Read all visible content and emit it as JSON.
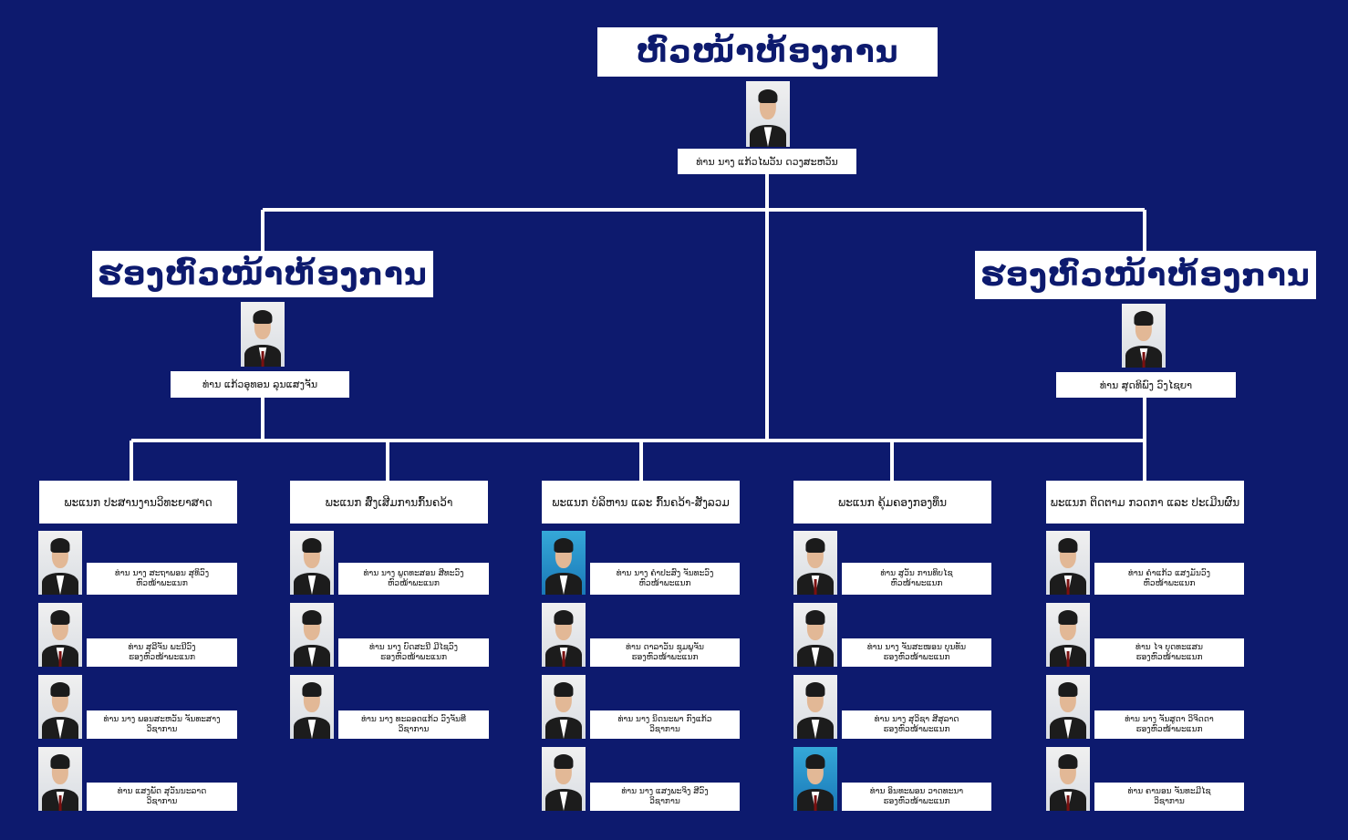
{
  "chief": {
    "title": "ຫົວໜ້າຫ້ອງການ",
    "name": "ທ່ານ ນາງ ແກ້ວໄພວັນ ດວງສະຫວັນ"
  },
  "deputies": [
    {
      "title": "ຮອງຫົວໜ້າຫ້ອງການ",
      "name": "ທ່ານ ແກ້ວອຸທອນ ລຸນແສງຈັນ"
    },
    {
      "title": "ຮອງຫົວໜ້າຫ້ອງການ",
      "name": "ທ່ານ ສຸດທິພົງ ວົງໄຊຍາ"
    }
  ],
  "departments": [
    {
      "name": "ພະແນກ ປະສານງານວິທະຍາສາດ",
      "members": [
        {
          "line1": "ທ່ານ ນາງ ສະຖາພອນ ສຸທິວົງ",
          "line2": "ຫົວໜ້າພະແນກ"
        },
        {
          "line1": "ທ່ານ ສຸລີຈັນ ພະນີວົງ",
          "line2": "ຮອງຫົວໜ້າພະແນກ"
        },
        {
          "line1": "ທ່ານ ນາງ ພອນສະຫວັນ ຈັນທະສາງ",
          "line2": "ວິຊາການ"
        },
        {
          "line1": "ທ່ານ ແສງພັດ ສຸວັນນະລາດ",
          "line2": "ວິຊາການ"
        }
      ]
    },
    {
      "name": "ພະແນກ ສົ່ງເສີມການກົ້ນຄວ້າ",
      "members": [
        {
          "line1": "ທ່ານ ນາງ ພູດທະສອນ ສີທະວົງ",
          "line2": "ຫົວໜ້າພະແນກ"
        },
        {
          "line1": "ທ່ານ ນາງ ບົດສະນີ ມີໄຊວົງ",
          "line2": "ຮອງຫົວໜ້າພະແນກ"
        },
        {
          "line1": "ທ່ານ ນາງ ທະລອດແກ້ວ ວົງຈັນທີ",
          "line2": "ວິຊາການ"
        }
      ]
    },
    {
      "name": "ພະແນກ ບໍລິຫານ ແລະ ກົ້ນຄວ້າ-ສັງລວມ",
      "members": [
        {
          "line1": "ທ່ານ ນາງ ຄຳປະສົງ ຈັນທະວົງ",
          "line2": "ຫົວໜ້າພະແນກ"
        },
        {
          "line1": "ທ່ານ ດາລາວັນ ຊຸມພູຈັນ",
          "line2": "ຮອງຫົວໜ້າພະແນກ"
        },
        {
          "line1": "ທ່ານ ນາງ ນິດນະພາ ກົງແກ້ວ",
          "line2": "ວິຊາການ"
        },
        {
          "line1": "ທ່ານ ນາງ ແສງພະຈິງ ສີວົງ",
          "line2": "ວິຊາການ"
        }
      ]
    },
    {
      "name": "ພະແນກ ຄຸ້ມຄອງກອງທຶນ",
      "members": [
        {
          "line1": "ທ່ານ ສູວັນ ການທິບໄຊ",
          "line2": "ຫົວໜ້າພະແນກ"
        },
        {
          "line1": "ທ່ານ ນາງ ຈັນສະໜອນ ບຸນທັນ",
          "line2": "ຮອງຫົວໜ້າພະແນກ"
        },
        {
          "line1": "ທ່ານ ນາງ ສຸວິຊາ ສີສຸລາດ",
          "line2": "ຮອງຫົວໜ້າພະແນກ"
        },
        {
          "line1": "ທ່ານ ອິນທະພອນ ວາດທະນາ",
          "line2": "ຮອງຫົວໜ້າພະແນກ"
        }
      ]
    },
    {
      "name": "ພະແນກ ຕິດຕາມ ກວດກາ ແລະ ປະເມີນຜົນ",
      "members": [
        {
          "line1": "ທ່ານ ຄຳແກ້ວ ແສງມັນວົງ",
          "line2": "ຫົວໜ້າພະແນກ"
        },
        {
          "line1": "ທ່ານ ໄຈ ບຸດທະແສນ",
          "line2": "ຮອງຫົວໜ້າພະແນກ"
        },
        {
          "line1": "ທ່ານ ນາງ ຈັນສູດາ ວິຈິດດາ",
          "line2": "ຮອງຫົວໜ້າພະແນກ"
        },
        {
          "line1": "ທ່ານ ຄານອນ ຈັນທະມີໄຊ",
          "line2": "ວິຊາການ"
        }
      ]
    }
  ],
  "colors": {
    "background": "#0d1a6e",
    "box": "#ffffff",
    "line": "#ffffff"
  }
}
